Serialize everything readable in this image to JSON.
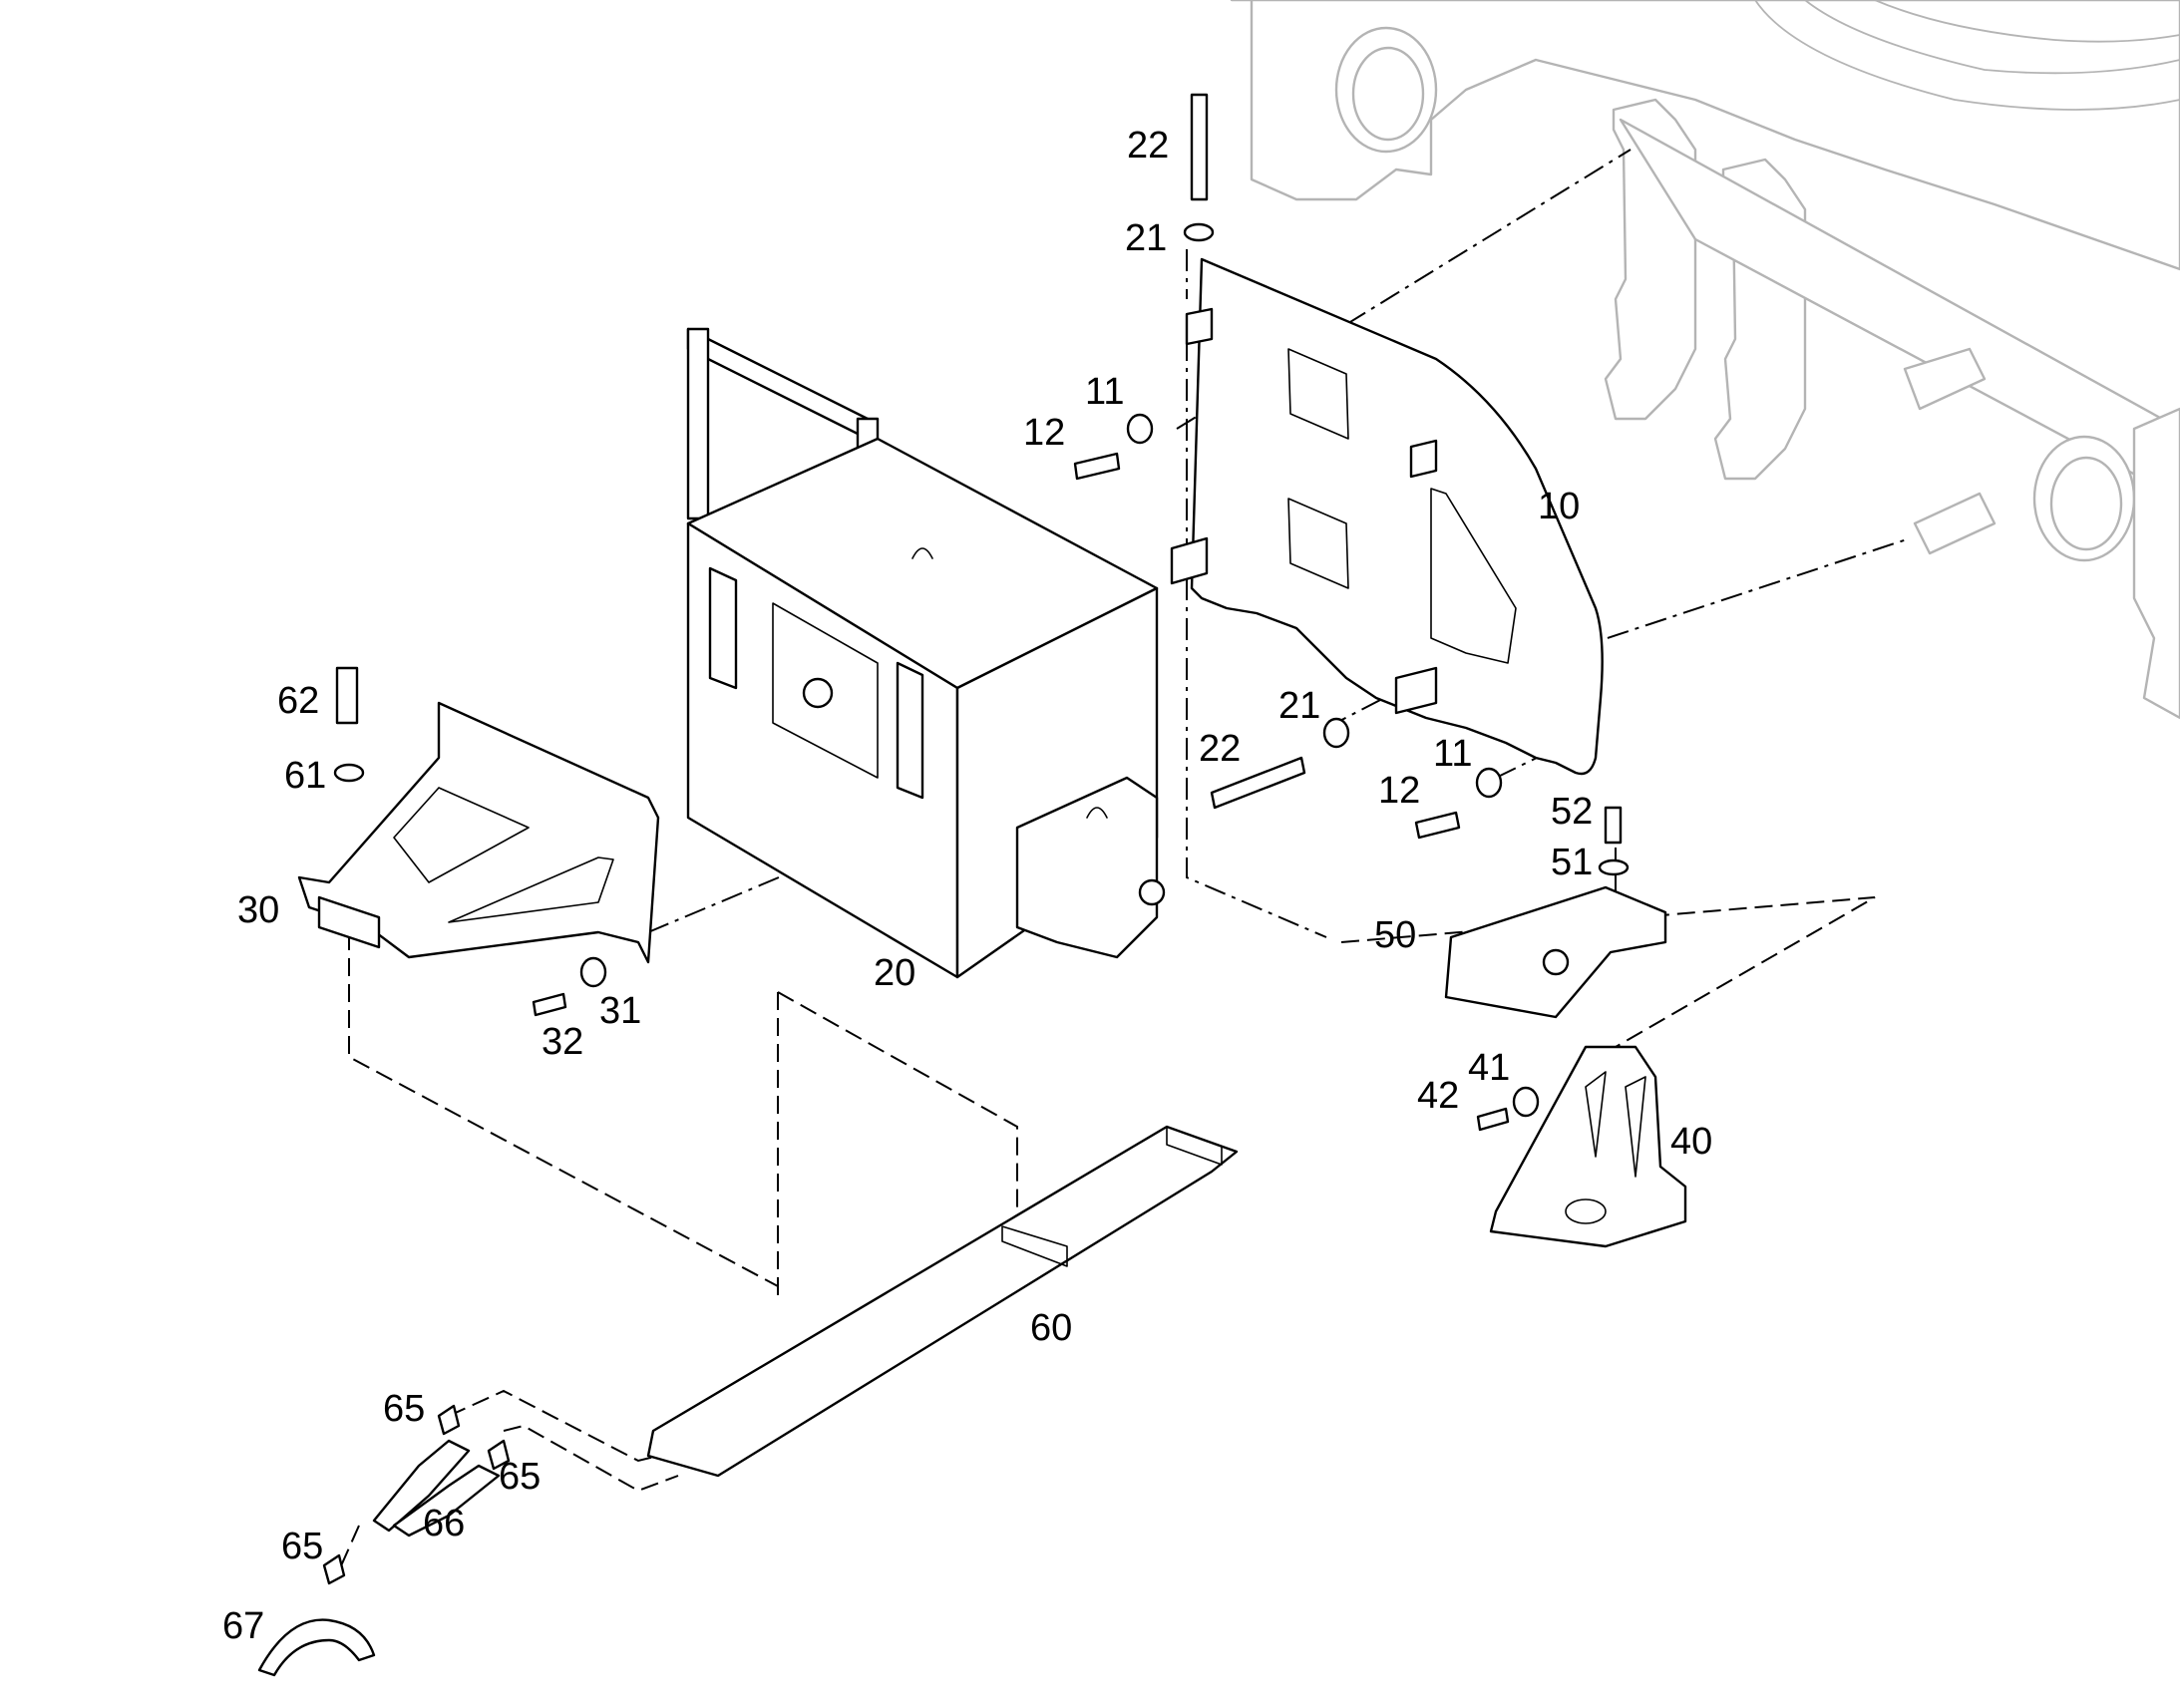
{
  "diagram": {
    "type": "exploded-parts-diagram",
    "line_color": "#000000",
    "background_color": "#ffffff",
    "context_color": "#b4b4b4",
    "callouts": [
      {
        "id": "c10",
        "text": "10"
      },
      {
        "id": "c11a",
        "text": "11"
      },
      {
        "id": "c11b",
        "text": "11"
      },
      {
        "id": "c12a",
        "text": "12"
      },
      {
        "id": "c12b",
        "text": "12"
      },
      {
        "id": "c20",
        "text": "20"
      },
      {
        "id": "c21a",
        "text": "21"
      },
      {
        "id": "c21b",
        "text": "21"
      },
      {
        "id": "c22a",
        "text": "22"
      },
      {
        "id": "c22b",
        "text": "22"
      },
      {
        "id": "c30",
        "text": "30"
      },
      {
        "id": "c31",
        "text": "31"
      },
      {
        "id": "c32",
        "text": "32"
      },
      {
        "id": "c40",
        "text": "40"
      },
      {
        "id": "c41",
        "text": "41"
      },
      {
        "id": "c42",
        "text": "42"
      },
      {
        "id": "c50",
        "text": "50"
      },
      {
        "id": "c51",
        "text": "51"
      },
      {
        "id": "c52",
        "text": "52"
      },
      {
        "id": "c60",
        "text": "60"
      },
      {
        "id": "c61",
        "text": "61"
      },
      {
        "id": "c62",
        "text": "62"
      },
      {
        "id": "c65a",
        "text": "65"
      },
      {
        "id": "c65b",
        "text": "65"
      },
      {
        "id": "c65c",
        "text": "65"
      },
      {
        "id": "c66",
        "text": "66"
      },
      {
        "id": "c67",
        "text": "67"
      }
    ]
  }
}
